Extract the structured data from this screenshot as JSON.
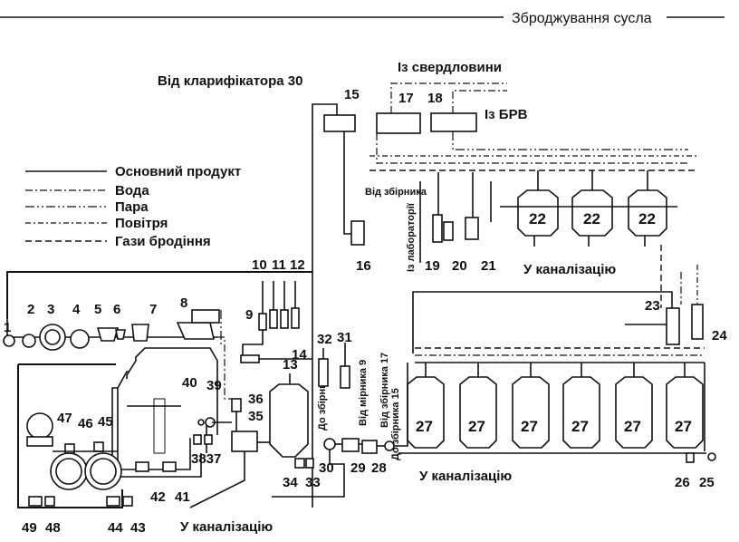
{
  "header": {
    "title": "Зброджування сусла"
  },
  "labels": {
    "from_clarifier": "Від кларифікатора 30",
    "from_well": "Із свердловини",
    "from_brv": "Із БРВ",
    "from_collector_top": "Від збірника",
    "from_laboratory": "Із лабораторії",
    "sewer_mid": "У каналізацію",
    "sewer_bottom_right": "У каналізацію",
    "sewer_bottom_left": "У каналізацію",
    "to_collector_15": "До збірника 15",
    "from_meter_9": "Від мірника 9",
    "from_collector_17": "Від збірника 17",
    "to_collector_15b": "До збірника 15"
  },
  "legend": [
    {
      "key": "main",
      "label": "Основний продукт",
      "style": "solid"
    },
    {
      "key": "water",
      "label": "Вода",
      "style": "water"
    },
    {
      "key": "steam",
      "label": "Пара",
      "style": "steam"
    },
    {
      "key": "air",
      "label": "Повітря",
      "style": "air"
    },
    {
      "key": "gas",
      "label": "Гази бродіння",
      "style": "gas"
    }
  ],
  "equipment_numbers": {
    "n1": "1",
    "n2": "2",
    "n3": "3",
    "n4": "4",
    "n5": "5",
    "n6": "6",
    "n7": "7",
    "n8": "8",
    "n9": "9",
    "n10": "10",
    "n11": "11",
    "n12": "12",
    "n13": "13",
    "n14": "14",
    "n15": "15",
    "n16": "16",
    "n17": "17",
    "n18": "18",
    "n19": "19",
    "n20": "20",
    "n21": "21",
    "n22": "22",
    "n23": "23",
    "n24": "24",
    "n25": "25",
    "n26": "26",
    "n27": "27",
    "n28": "28",
    "n29": "29",
    "n30": "30",
    "n31": "31",
    "n32": "32",
    "n33": "33",
    "n34": "34",
    "n35": "35",
    "n36": "36",
    "n3837": "3837",
    "n39": "39",
    "n40": "40",
    "n41": "41",
    "n42": "42",
    "n43": "43",
    "n44": "44",
    "n45": "45",
    "n46": "46",
    "n47": "47",
    "n48": "48",
    "n49": "49"
  }
}
